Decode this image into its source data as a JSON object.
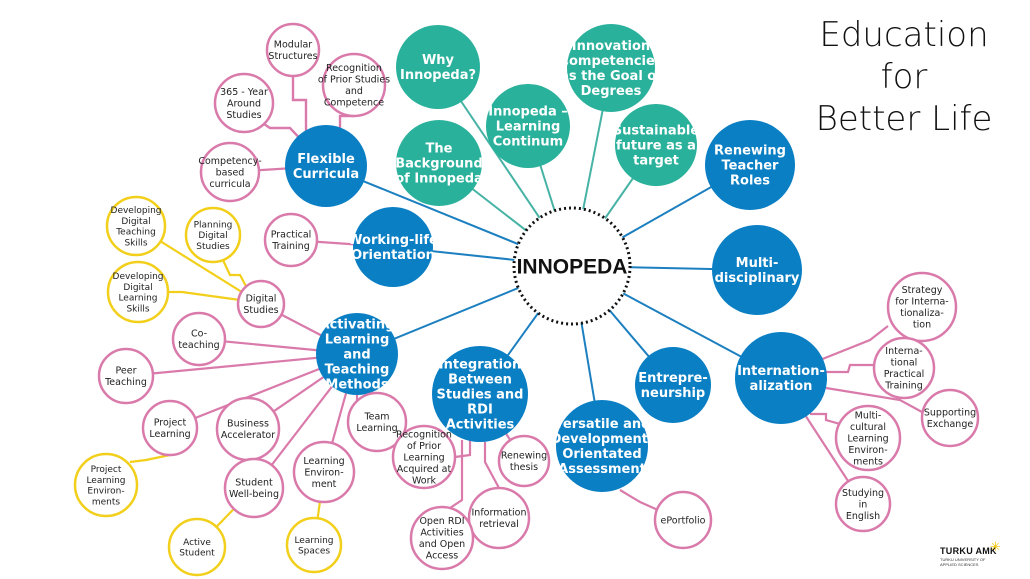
{
  "title_lines": [
    "Education",
    "for",
    "Better Life"
  ],
  "logo": {
    "name": "TURKU AMK",
    "subtitle": "TURKU UNIVERSITY OF APPLIED SCIENCES"
  },
  "colors": {
    "blue": "#0a7fc4",
    "teal": "#2ab19b",
    "pink": "#d97aab",
    "yellow": "#f2cf1a",
    "line_blue": "#1b7fc0",
    "line_teal": "#47b3a5"
  },
  "hub": {
    "label": "INNOPEDA"
  },
  "nodes": [
    {
      "id": "why",
      "kind": "teal",
      "lines": [
        "Why",
        "Innopeda?"
      ]
    },
    {
      "id": "innovation",
      "kind": "teal",
      "lines": [
        "Innovation",
        "Competencies",
        "as the Goal of",
        "Degrees"
      ]
    },
    {
      "id": "continuum",
      "kind": "teal",
      "lines": [
        "Innopeda –",
        "Learning",
        "Continum"
      ]
    },
    {
      "id": "background",
      "kind": "teal",
      "lines": [
        "The",
        "Background",
        "of Innopeda"
      ]
    },
    {
      "id": "sustainable",
      "kind": "teal",
      "lines": [
        "Sustainable",
        "future as a",
        "target"
      ]
    },
    {
      "id": "renewing-teacher",
      "kind": "blue",
      "lines": [
        "Renewing",
        "Teacher",
        "Roles"
      ]
    },
    {
      "id": "multidisciplinary",
      "kind": "blue",
      "lines": [
        "Multi-",
        "disciplinary"
      ]
    },
    {
      "id": "internationalization",
      "kind": "blue",
      "lines": [
        "Internation-",
        "alization"
      ]
    },
    {
      "id": "entrepreneurship",
      "kind": "blue",
      "lines": [
        "Entrepre-",
        "neurship"
      ]
    },
    {
      "id": "versatile",
      "kind": "blue",
      "lines": [
        "Versatile and",
        "Development-",
        "Orientated",
        "Assessment"
      ]
    },
    {
      "id": "integration",
      "kind": "blue",
      "lines": [
        "Integration",
        "Between",
        "Studies and",
        "RDI",
        "Activities"
      ]
    },
    {
      "id": "activating",
      "kind": "blue",
      "lines": [
        "Activating",
        "Learning",
        "and",
        "Teaching",
        "Methods"
      ]
    },
    {
      "id": "working-life",
      "kind": "blue",
      "lines": [
        "Working-life",
        "Orientation"
      ]
    },
    {
      "id": "flexible",
      "kind": "blue",
      "lines": [
        "Flexible",
        "Curricula"
      ]
    },
    {
      "id": "modular",
      "kind": "pink",
      "lines": [
        "Modular",
        "Structures"
      ]
    },
    {
      "id": "recognition-prior",
      "kind": "pink",
      "lines": [
        "Recognition",
        "of Prior Studies",
        "and",
        "Competence"
      ]
    },
    {
      "id": "year-around",
      "kind": "pink",
      "lines": [
        "365 - Year",
        "Around",
        "Studies"
      ]
    },
    {
      "id": "competency-based",
      "kind": "pink",
      "lines": [
        "Competency-",
        "based",
        "curricula"
      ]
    },
    {
      "id": "practical-training",
      "kind": "pink",
      "lines": [
        "Practical",
        "Training"
      ]
    },
    {
      "id": "digital-studies",
      "kind": "pink",
      "lines": [
        "Digital",
        "Studies"
      ]
    },
    {
      "id": "co-teaching",
      "kind": "pink",
      "lines": [
        "Co-",
        "teaching"
      ]
    },
    {
      "id": "peer-teaching",
      "kind": "pink",
      "lines": [
        "Peer",
        "Teaching"
      ]
    },
    {
      "id": "project-learning",
      "kind": "pink",
      "lines": [
        "Project",
        "Learning"
      ]
    },
    {
      "id": "business-accelerator",
      "kind": "pink",
      "lines": [
        "Business",
        "Accelerator"
      ]
    },
    {
      "id": "team-learning",
      "kind": "pink",
      "lines": [
        "Team",
        "Learning"
      ]
    },
    {
      "id": "learning-environment",
      "kind": "pink",
      "lines": [
        "Learning",
        "Environ-",
        "ment"
      ]
    },
    {
      "id": "student-wellbeing",
      "kind": "pink",
      "lines": [
        "Student",
        "Well-being"
      ]
    },
    {
      "id": "recognition-rdi",
      "kind": "pink",
      "lines": [
        "Recognition",
        "of Prior",
        "Learning",
        "Acquired at",
        "Work"
      ]
    },
    {
      "id": "renewing-thesis",
      "kind": "pink",
      "lines": [
        "Renewing",
        "thesis"
      ]
    },
    {
      "id": "information-retrieval",
      "kind": "pink",
      "lines": [
        "Information",
        "retrieval"
      ]
    },
    {
      "id": "open-rdi",
      "kind": "pink",
      "lines": [
        "Open RDI",
        "Activities",
        "and Open",
        "Access"
      ]
    },
    {
      "id": "eportfolio",
      "kind": "pink",
      "lines": [
        "ePortfolio"
      ]
    },
    {
      "id": "strategy",
      "kind": "pink",
      "lines": [
        "Strategy",
        "for Interna-",
        "tionaliza-",
        "tion"
      ]
    },
    {
      "id": "international-training",
      "kind": "pink",
      "lines": [
        "Interna-",
        "tional",
        "Practical",
        "Training"
      ]
    },
    {
      "id": "supporting-exchange",
      "kind": "pink",
      "lines": [
        "Supporting",
        "Exchange"
      ]
    },
    {
      "id": "multicultural",
      "kind": "pink",
      "lines": [
        "Multi-",
        "cultural",
        "Learning",
        "Environ-",
        "ments"
      ]
    },
    {
      "id": "studying-english",
      "kind": "pink",
      "lines": [
        "Studying",
        "in",
        "English"
      ]
    },
    {
      "id": "developing-teaching",
      "kind": "yellow",
      "lines": [
        "Developing",
        "Digital",
        "Teaching",
        "Skills"
      ]
    },
    {
      "id": "planning-digital",
      "kind": "yellow",
      "lines": [
        "Planning",
        "Digital",
        "Studies"
      ]
    },
    {
      "id": "developing-learning",
      "kind": "yellow",
      "lines": [
        "Developing",
        "Digital",
        "Learning",
        "Skills"
      ]
    },
    {
      "id": "project-environments",
      "kind": "yellow",
      "lines": [
        "Project",
        "Learning",
        "Environ-",
        "ments"
      ]
    },
    {
      "id": "active-student",
      "kind": "yellow",
      "lines": [
        "Active",
        "Student"
      ]
    },
    {
      "id": "learning-spaces",
      "kind": "yellow",
      "lines": [
        "Learning",
        "Spaces"
      ]
    }
  ]
}
